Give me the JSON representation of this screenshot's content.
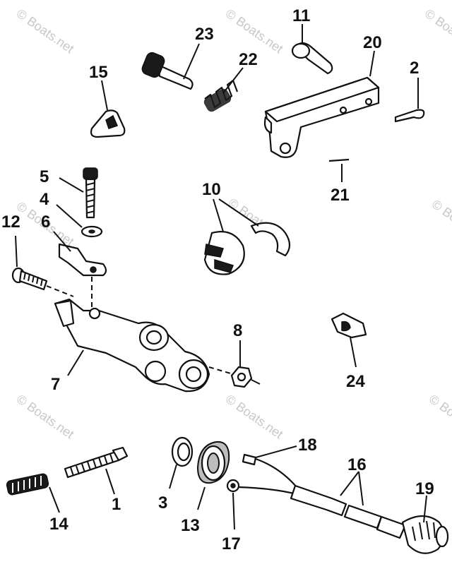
{
  "watermark": "© Boats.net",
  "callouts": {
    "c1": "1",
    "c2": "2",
    "c3": "3",
    "c4": "4",
    "c5": "5",
    "c6": "6",
    "c7": "7",
    "c8": "8",
    "c10": "10",
    "c11": "11",
    "c12": "12",
    "c13": "13",
    "c14": "14",
    "c15": "15",
    "c16": "16",
    "c17": "17",
    "c18": "18",
    "c19": "19",
    "c20": "20",
    "c21": "21",
    "c22": "22",
    "c23": "23",
    "c24": "24"
  }
}
